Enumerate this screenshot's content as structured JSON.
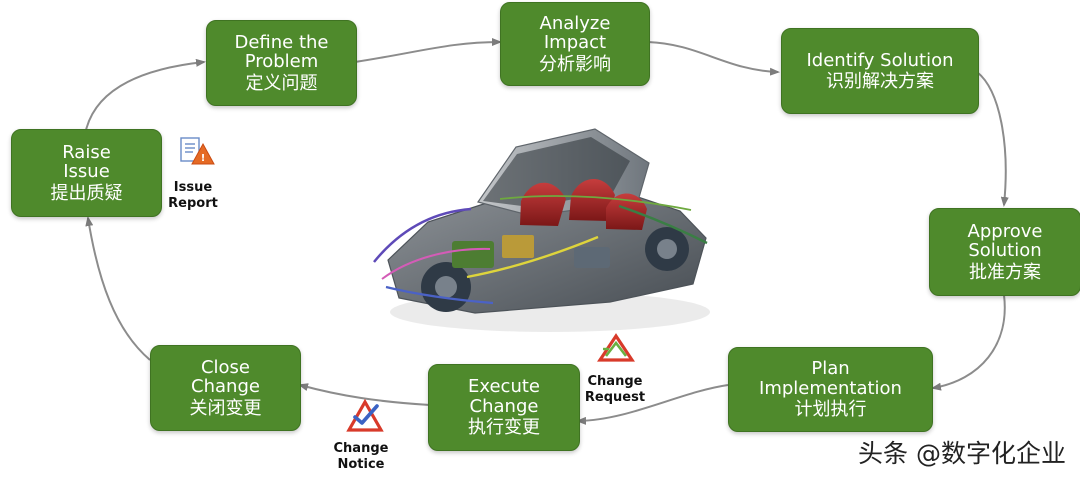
{
  "steps": {
    "define": {
      "en": "Define the\nProblem",
      "zh": "定义问题"
    },
    "analyze": {
      "en": "Analyze\nImpact",
      "zh": "分析影响"
    },
    "identify": {
      "en": "Identify Solution",
      "zh": "识别解决方案"
    },
    "approve": {
      "en": "Approve\nSolution",
      "zh": "批准方案"
    },
    "plan": {
      "en": "Plan\nImplementation",
      "zh": "计划执行"
    },
    "execute": {
      "en": "Execute\nChange",
      "zh": "执行变更"
    },
    "close": {
      "en": "Close\nChange",
      "zh": "关闭变更"
    },
    "raise": {
      "en": "Raise\nIssue",
      "zh": "提出质疑"
    }
  },
  "documents": {
    "issue_report": "Issue\nReport",
    "change_request": "Change\nRequest",
    "change_notice": "Change\nNotice"
  },
  "icons": {
    "issue_report": "issue-report-icon",
    "change_request": "change-request-icon",
    "change_notice": "change-notice-icon"
  },
  "colors": {
    "box_fill": "#4f8a2c",
    "box_text": "#ffffff",
    "connector": "#8c8c8c"
  },
  "watermark": "头条 @数字化企业"
}
